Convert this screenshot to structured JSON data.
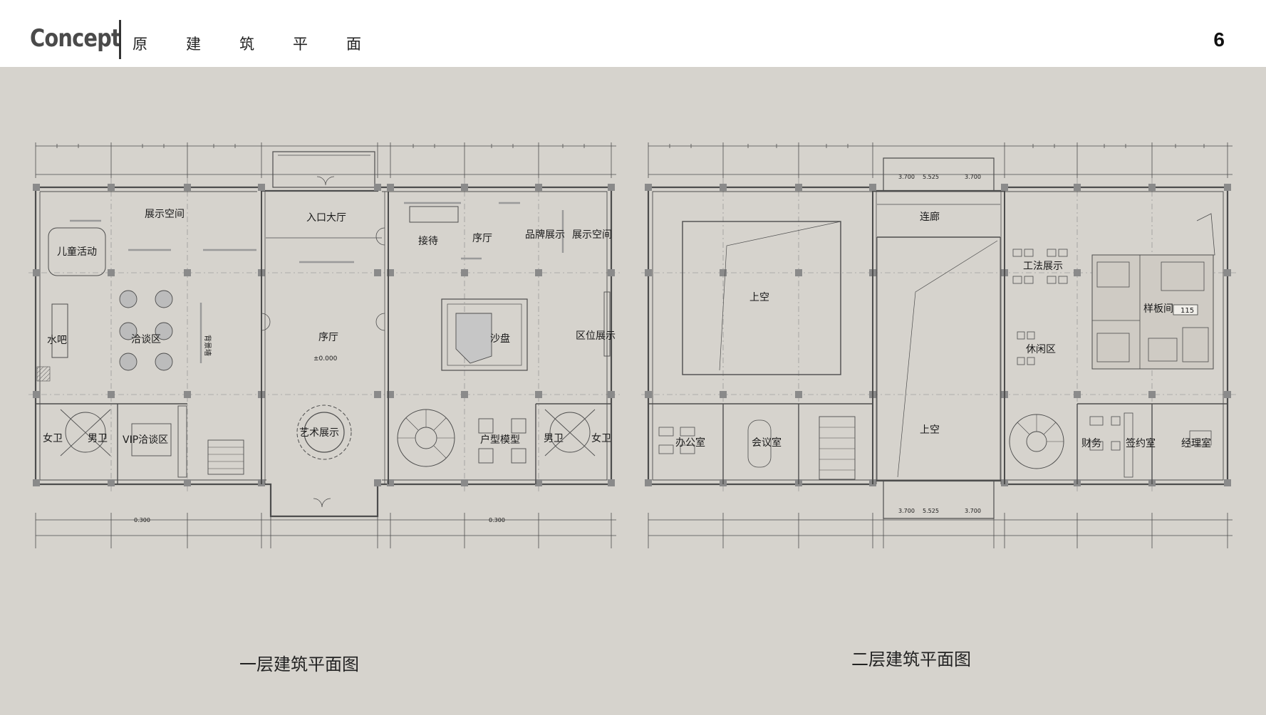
{
  "header": {
    "brand": "Concept",
    "section_title": "原建筑平面",
    "page_number": "6"
  },
  "colors": {
    "background": "#d6d3cd",
    "header": "#ffffff",
    "line": "#4d4d4d"
  },
  "plan1": {
    "caption": "一层建筑平面图",
    "rooms": {
      "display_space_left": "展示空间",
      "children": "儿童活动",
      "water_bar": "水吧",
      "negotiation": "洽谈区",
      "backdrop_wall": "背景墙",
      "female_wc_left": "女卫",
      "male_wc_left": "男卫",
      "vip_negotiation": "VIP洽谈区",
      "entrance_hall": "入口大厅",
      "atrium": "序厅",
      "elevation": "±0.000",
      "art_display": "艺术展示",
      "reception": "接待",
      "atrium_right": "序厅",
      "brand_display": "品牌展示",
      "display_space_right": "展示空间",
      "sand_table": "沙盘",
      "location_display": "区位展示",
      "unit_model": "户型模型",
      "male_wc_right": "男卫",
      "female_wc_right": "女卫",
      "dim_bottom_left": "0.300",
      "dim_bottom_right": "0.300"
    }
  },
  "plan2": {
    "caption": "二层建筑平面图",
    "rooms": {
      "void_left": "上空",
      "corridor": "连廊",
      "void_center": "上空",
      "craft_display": "工法展示",
      "leisure": "休闲区",
      "model_room": "样板间",
      "model_room_tag": "115",
      "office": "办公室",
      "meeting": "会议室",
      "finance": "财务",
      "signing": "签约室",
      "manager": "经理室",
      "dim_top_a": "3.700",
      "dim_top_b": "5.525",
      "dim_top_c": "3.700",
      "dim_bot_a": "3.700",
      "dim_bot_b": "5.525",
      "dim_bot_c": "3.700"
    }
  }
}
